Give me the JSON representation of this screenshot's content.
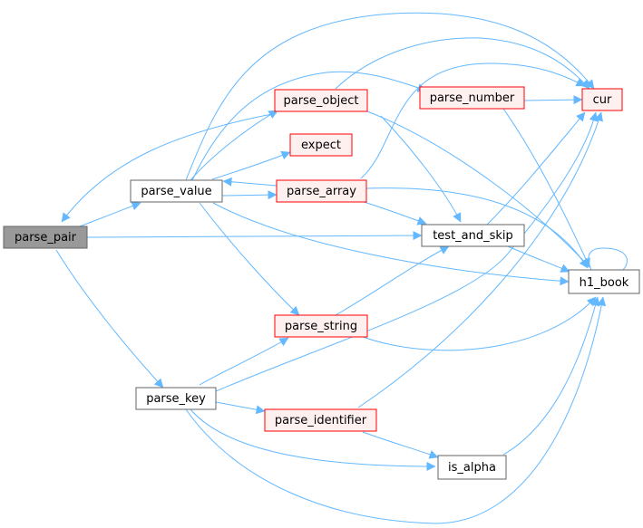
{
  "colors": {
    "edge": "#63b8ff",
    "node_border": "#666666",
    "node_fill": "#ffffff",
    "missing_border": "#ff0000",
    "missing_fill": "#fff0f0",
    "root_fill": "#999999",
    "root_border": "#666666"
  },
  "nodes": {
    "parse_pair": {
      "label": "parse_pair",
      "style": "root"
    },
    "parse_value": {
      "label": "parse_value",
      "style": "normal"
    },
    "parse_key": {
      "label": "parse_key",
      "style": "normal"
    },
    "parse_object": {
      "label": "parse_object",
      "style": "missing"
    },
    "expect": {
      "label": "expect",
      "style": "missing"
    },
    "parse_array": {
      "label": "parse_array",
      "style": "missing"
    },
    "parse_string": {
      "label": "parse_string",
      "style": "missing"
    },
    "parse_identifier": {
      "label": "parse_identifier",
      "style": "missing"
    },
    "parse_number": {
      "label": "parse_number",
      "style": "missing"
    },
    "test_and_skip": {
      "label": "test_and_skip",
      "style": "normal"
    },
    "is_alpha": {
      "label": "is_alpha",
      "style": "normal"
    },
    "cur": {
      "label": "cur",
      "style": "missing"
    },
    "h1_book": {
      "label": "h1_book",
      "style": "normal"
    }
  },
  "edges": [
    [
      "parse_pair",
      "parse_value"
    ],
    [
      "parse_pair",
      "test_and_skip"
    ],
    [
      "parse_pair",
      "parse_key"
    ],
    [
      "parse_value",
      "parse_object"
    ],
    [
      "parse_value",
      "expect"
    ],
    [
      "parse_value",
      "parse_array"
    ],
    [
      "parse_value",
      "parse_string"
    ],
    [
      "parse_value",
      "parse_number"
    ],
    [
      "parse_value",
      "cur"
    ],
    [
      "parse_value",
      "h1_book"
    ],
    [
      "parse_object",
      "parse_pair"
    ],
    [
      "parse_object",
      "cur"
    ],
    [
      "parse_object",
      "test_and_skip"
    ],
    [
      "parse_object",
      "h1_book"
    ],
    [
      "parse_array",
      "parse_value"
    ],
    [
      "parse_array",
      "cur"
    ],
    [
      "parse_array",
      "test_and_skip"
    ],
    [
      "parse_array",
      "h1_book"
    ],
    [
      "parse_number",
      "cur"
    ],
    [
      "parse_number",
      "h1_book"
    ],
    [
      "test_and_skip",
      "cur"
    ],
    [
      "test_and_skip",
      "h1_book"
    ],
    [
      "parse_string",
      "test_and_skip"
    ],
    [
      "parse_string",
      "h1_book"
    ],
    [
      "parse_key",
      "parse_string"
    ],
    [
      "parse_key",
      "parse_identifier"
    ],
    [
      "parse_key",
      "is_alpha"
    ],
    [
      "parse_key",
      "cur"
    ],
    [
      "parse_key",
      "h1_book"
    ],
    [
      "parse_identifier",
      "is_alpha"
    ],
    [
      "parse_identifier",
      "cur"
    ],
    [
      "is_alpha",
      "h1_book"
    ],
    [
      "h1_book",
      "h1_book"
    ]
  ]
}
